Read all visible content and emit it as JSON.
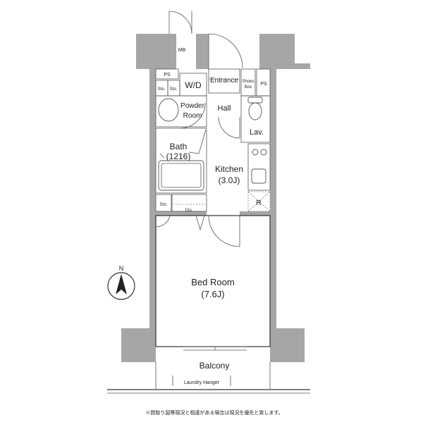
{
  "rooms": {
    "mb": "MB",
    "ps_top": "PS",
    "sto_1": "Sto.",
    "sto_2": "Sto.",
    "wd": "W/D",
    "entrance": "Entrance",
    "shoes_box_1": "Shoes",
    "shoes_box_2": "Box",
    "ps_right": "PS",
    "powder_room_1": "Powder",
    "powder_room_2": "Room",
    "hall": "Hall",
    "lav": "Lav.",
    "bath_1": "Bath",
    "bath_2": "(1216)",
    "kitchen_1": "Kitchen",
    "kitchen_2": "(3.0J)",
    "refrigerator": "R",
    "sto_3": "Sto.",
    "clo": "Clo.",
    "bedroom_1": "Bed Room",
    "bedroom_2": "(7.6J)",
    "balcony": "Balcony",
    "laundry_hanger": "Laundry Hanger"
  },
  "compass": {
    "north": "N"
  },
  "footnote": "※間取り図等現況と相違がある場合は現況を優先と致します。"
}
